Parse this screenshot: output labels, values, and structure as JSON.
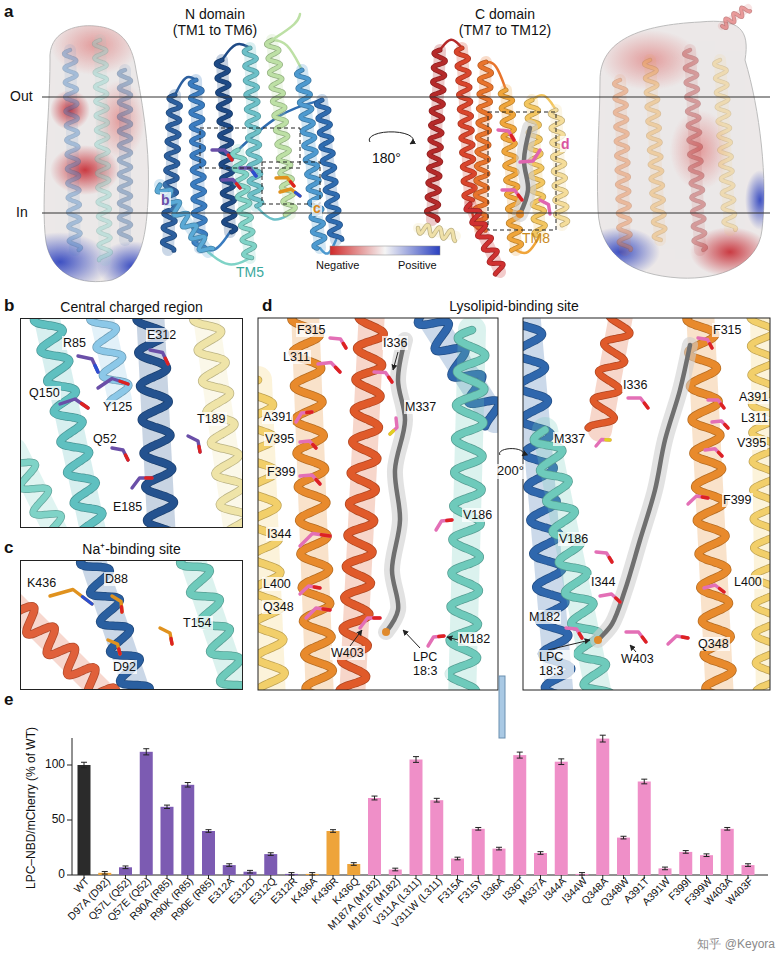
{
  "diagram": {
    "nodes": [
      {
        "text": [
          "Central charged region"
        ]
      },
      {
        "text": [
          "Na⁺-binding site"
        ]
      },
      {
        "text": [
          "Lysolipid-binding site"
        ]
      }
    ],
    "labels": [
      "a",
      "N domain (TM1 to TM6)",
      "C domain (TM7 to TM12)",
      "Out",
      "In",
      "b",
      "c",
      "d",
      "180°",
      "TM5",
      "TM8",
      "Negative",
      "Positive",
      "b",
      "c",
      "d",
      "e",
      "R85",
      "E312",
      "Q150",
      "Y125",
      "Q52",
      "T189",
      "E185",
      "K436",
      "D88",
      "T154",
      "D92",
      "F315",
      "L311",
      "I336",
      "A391",
      "M337",
      "V395",
      "F399",
      "I344",
      "V186",
      "L400",
      "Q348",
      "M182",
      "W403",
      "LPC 18:3",
      "200°",
      "F315",
      "I336",
      "A391",
      "L311",
      "M337",
      "V395",
      "F399",
      "V186",
      "I344",
      "L400",
      "M182",
      "Q348",
      "W403",
      "LPC 18:3",
      "LPC–NBD/mCherry (% of WT)",
      "0",
      "50",
      "100",
      "WT",
      "D97A (D92)",
      "Q57L (Q52)",
      "Q57E (Q52)",
      "R90A (R85)",
      "R90K (R85)",
      "R90E (R85)",
      "E312A",
      "E312D",
      "E312Q",
      "E312R",
      "K436A",
      "K436R",
      "K436Q",
      "M187A (M182)",
      "M187F (M182)",
      "V311A (L311)",
      "V311W (L311)",
      "F315A",
      "F315Y",
      "I336A",
      "I336T",
      "M337A",
      "I344A",
      "I344W",
      "Q348A",
      "Q348W",
      "A391T",
      "A391W",
      "F399I",
      "F399W",
      "W403A",
      "W403F",
      "知乎 @Keyora"
    ]
  }
}
